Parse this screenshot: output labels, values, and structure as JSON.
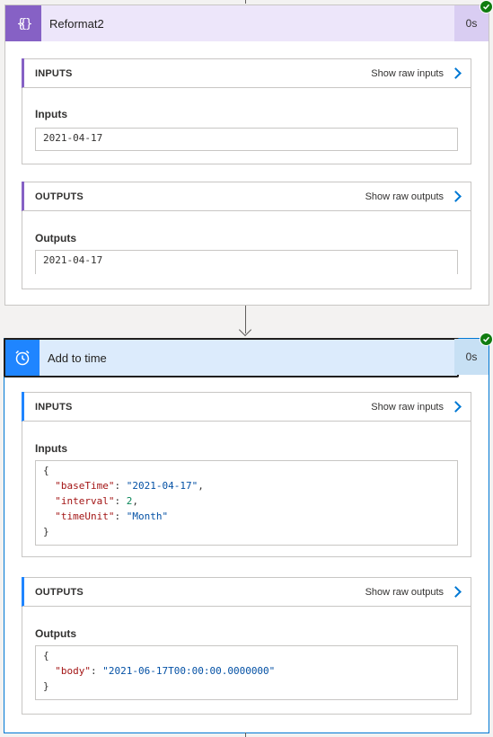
{
  "colors": {
    "reformat_accent": "#8661c5",
    "reformat_header_bg": "#ede6fa",
    "addtime_accent": "#1f85ff",
    "addtime_header_bg": "#dcebfc",
    "success": "#107c10",
    "link_chevron": "#0078d4"
  },
  "reformat": {
    "title": "Reformat2",
    "duration": "0s",
    "icon": "data-operation-braces-icon",
    "inputs": {
      "section_label": "INPUTS",
      "raw_link": "Show raw inputs",
      "field_label": "Inputs",
      "value": "2021-04-17"
    },
    "outputs": {
      "section_label": "OUTPUTS",
      "raw_link": "Show raw outputs",
      "field_label": "Outputs",
      "value": "2021-04-17"
    }
  },
  "add_to_time": {
    "title": "Add to time",
    "duration": "0s",
    "icon": "alarm-clock-icon",
    "inputs": {
      "section_label": "INPUTS",
      "raw_link": "Show raw inputs",
      "field_label": "Inputs",
      "json": {
        "open": "{",
        "close": "}",
        "entries": [
          {
            "key": "\"baseTime\"",
            "value": "\"2021-04-17\"",
            "sep": ","
          },
          {
            "key": "\"interval\"",
            "value": "2",
            "sep": ","
          },
          {
            "key": "\"timeUnit\"",
            "value": "\"Month\"",
            "sep": ""
          }
        ]
      }
    },
    "outputs": {
      "section_label": "OUTPUTS",
      "raw_link": "Show raw outputs",
      "field_label": "Outputs",
      "json": {
        "open": "{",
        "close": "}",
        "entries": [
          {
            "key": "\"body\"",
            "value": "\"2021-06-17T00:00:00.0000000\"",
            "sep": ""
          }
        ]
      }
    }
  }
}
